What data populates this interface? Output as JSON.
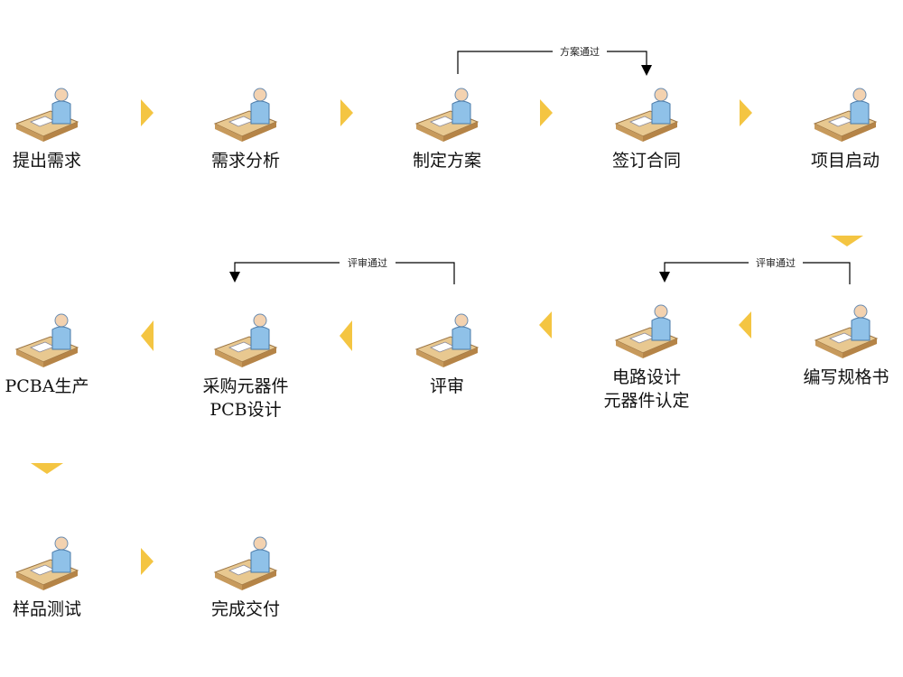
{
  "steps": [
    {
      "label": "提出需求",
      "icon": "person-question-desk-icon"
    },
    {
      "label": "需求分析",
      "icon": "person-documents-desk-icon"
    },
    {
      "label": "制定方案",
      "icon": "person-papers-desk-icon"
    },
    {
      "label": "签订合同",
      "icon": "meeting-table-icon"
    },
    {
      "label": "项目启动",
      "icon": "presentation-podium-icon"
    },
    {
      "label": "编写规格书",
      "icon": "document-stack-icon"
    },
    {
      "label": "电路设计\n元器件认定",
      "icon": "person-computer-desk-icon"
    },
    {
      "label": "评审",
      "icon": "person-review-desk-icon"
    },
    {
      "label": "采购元器件\nPCB设计",
      "icon": "purchase-handover-icon"
    },
    {
      "label": "PCBA生产",
      "icon": "factory-production-icon"
    },
    {
      "label": "样品测试",
      "icon": "test-bench-icon"
    },
    {
      "label": "完成交付",
      "icon": "handshake-icon"
    }
  ],
  "connectors": {
    "plan_approved": "方案通过",
    "review_approved_1": "评审通过",
    "review_approved_2": "评审通过"
  },
  "colors": {
    "arrow": "#f4c542",
    "person": "#8fc1e8",
    "desk": "#d9a96b"
  }
}
